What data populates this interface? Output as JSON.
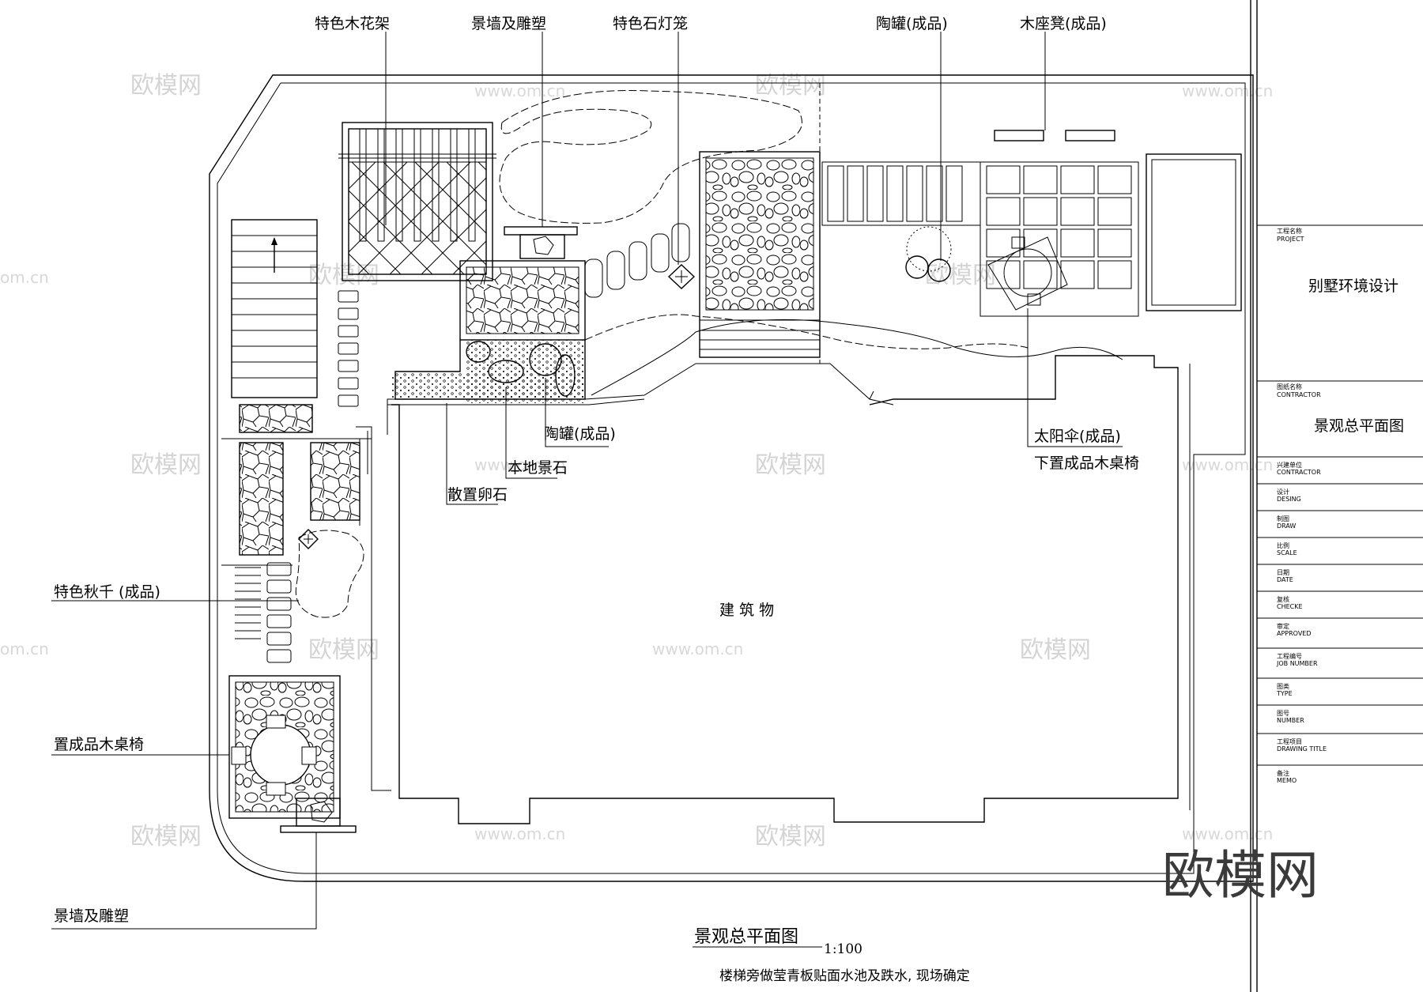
{
  "labels": {
    "flower_frame": "特色木花架",
    "wall_sculpture_top": "景墙及雕塑",
    "stone_lantern": "特色石灯笼",
    "pottery_top": "陶罐(成品)",
    "wood_bench": "木座凳(成品)",
    "pottery_mid": "陶罐(成品)",
    "local_stone": "本地景石",
    "pebbles": "散置卵石",
    "umbrella": "太阳伞(成品)",
    "umbrella_sub": "下置成品木桌椅",
    "swing": "特色秋千 (成品)",
    "wood_table": "置成品木桌椅",
    "wall_sculpture_bottom": "景墙及雕塑",
    "building": "建  筑  物"
  },
  "caption": {
    "title": "景观总平面图",
    "scale": "1:100",
    "note": "楼梯旁做莹青板贴面水池及跌水, 现场确定"
  },
  "title_block": {
    "project_label": "工程名称",
    "project_label_en": "PROJECT",
    "project_name": "别墅环境设计",
    "drawing_label": "图纸名称",
    "drawing_label_en": "CONTRACTOR",
    "drawing_name": "景观总平面图",
    "rows": [
      {
        "cn": "兴建单位",
        "en": "CONTRACTOR"
      },
      {
        "cn": "设计",
        "en": "DESING"
      },
      {
        "cn": "制图",
        "en": "DRAW"
      },
      {
        "cn": "比例",
        "en": "SCALE"
      },
      {
        "cn": "日期",
        "en": "DATE"
      },
      {
        "cn": "复核",
        "en": "CHECKE"
      },
      {
        "cn": "审定",
        "en": "APPROVED"
      },
      {
        "cn": "工程编号",
        "en": "JOB NUMBER"
      },
      {
        "cn": "图类",
        "en": "TYPE"
      },
      {
        "cn": "图号",
        "en": "NUMBER"
      },
      {
        "cn": "工程项目",
        "en": "DRAWING TITLE"
      },
      {
        "cn": "备注",
        "en": "MEMO"
      }
    ]
  },
  "watermark": {
    "brand": "欧模网",
    "url": "www.om.cn",
    "url_partial": "om.cn"
  },
  "colors": {
    "line": "#000000",
    "watermark": "#d4d4d4",
    "logo": "#3a3a3a"
  }
}
